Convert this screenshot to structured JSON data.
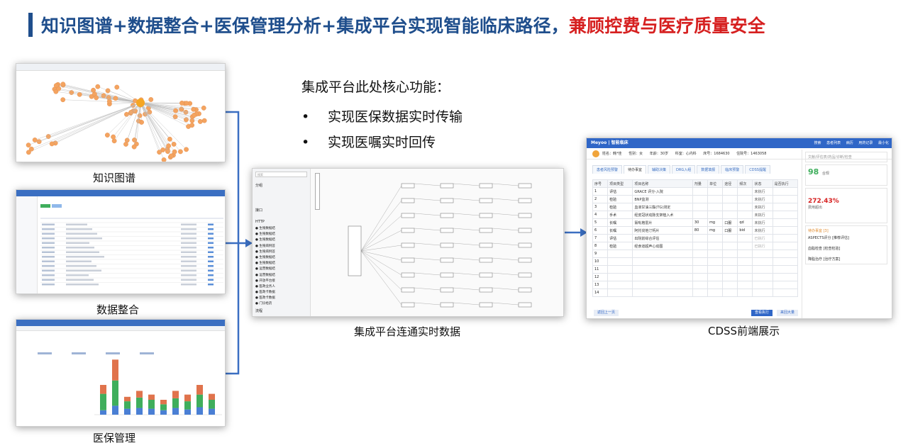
{
  "headline": {
    "part1": "知识图谱+数据整合+医保管理分析+集成平台实现智能临床路径，",
    "part2": "兼顾控费与医疗质量安全",
    "accent_blue": "#1f4e8c",
    "accent_red": "#d62020"
  },
  "captions": {
    "knowledge_graph": "知识图谱",
    "data_integration": "数据整合",
    "insurance": "医保管理",
    "platform": "集成平台连通实时数据",
    "cdss": "CDSS前端展示"
  },
  "platform_functions": {
    "title": "集成平台此处核心功能：",
    "items": [
      "实现医保数据实时传输",
      "实现医嘱实时回传"
    ],
    "bullet_glyph": "•"
  },
  "connector_color": "#3b6fc2",
  "node_colors": {
    "center": "#f5a623",
    "hub": "#e8a87c",
    "leaf": "#f4a460"
  },
  "insurance_chart": {
    "values": [
      [
        6,
        22,
        12
      ],
      [
        12,
        34,
        28
      ],
      [
        8,
        10,
        6
      ],
      [
        9,
        14,
        9
      ],
      [
        8,
        12,
        7
      ],
      [
        6,
        8,
        6
      ],
      [
        9,
        13,
        10
      ],
      [
        7,
        11,
        9
      ],
      [
        10,
        17,
        13
      ],
      [
        8,
        12,
        8
      ]
    ],
    "colors": [
      "#4a7fd4",
      "#3fae5c",
      "#e0734c"
    ]
  },
  "platform_ui": {
    "search_placeholder": "搜索",
    "section_group": "分组",
    "section_port": "接口",
    "section_process": "流程",
    "tree_root": "HTTP",
    "list_items": [
      "生殖数据结",
      "生殖数据结",
      "生殖数据结",
      "生殖病例首",
      "生殖病例首",
      "生殖数据结",
      "生殖数据结",
      "运营数据结",
      "运营数据结",
      "开放平台接",
      "医政业务人",
      "医政卡数据",
      "医政卡数据",
      "门诊给药"
    ]
  },
  "cdss": {
    "brand": "Meyoo | 智能临床",
    "menu": [
      "搜索",
      "患者列表",
      "病历",
      "用药记录",
      "最小化"
    ],
    "patient": {
      "name_label": "姓名：韩*佳",
      "gender": "性别：女",
      "age": "年龄：30岁",
      "dept": "科室：心内科",
      "bed": "床号：1684630",
      "admission": "住院号：1463058"
    },
    "tabs": [
      "患者风险预警",
      "待办事宜",
      "辅助决策",
      "DRG入组",
      "数据填报",
      "临床预警",
      "CDSS提醒"
    ],
    "order_headers": [
      "序号",
      "项目类型",
      "项目名称",
      "剂量",
      "单位",
      "途径",
      "频次",
      "状态",
      "是否执行"
    ],
    "order_rows": [
      [
        "1",
        "评估",
        "GRACE 评分-入院",
        "",
        "",
        "",
        "",
        "未执行",
        ""
      ],
      [
        "2",
        "检验",
        "BNP监测",
        "",
        "",
        "",
        "",
        "未执行",
        ""
      ],
      [
        "3",
        "检验",
        "血液甘油三酯(TG)测定",
        "",
        "",
        "",
        "",
        "未执行",
        ""
      ],
      [
        "4",
        "手术",
        "经皮冠状动脉支架植入术",
        "",
        "",
        "",
        "",
        "未执行",
        ""
      ],
      [
        "5",
        "长嘱",
        "氯吡格雷片",
        "30",
        "mg",
        "口服",
        "qd",
        "未执行",
        ""
      ],
      [
        "6",
        "长嘱",
        "阿托伐他汀钙片",
        "80",
        "mg",
        "口服",
        "bid",
        "未执行",
        ""
      ],
      [
        "7",
        "评估",
        "出院前综合评估",
        "",
        "",
        "",
        "",
        "已执行",
        ""
      ],
      [
        "8",
        "检验",
        "经食道超声心动图",
        "",
        "",
        "",
        "",
        "已执行",
        ""
      ],
      [
        "9",
        "",
        "",
        "",
        "",
        "",
        "",
        "",
        ""
      ],
      [
        "10",
        "",
        "",
        "",
        "",
        "",
        "",
        "",
        ""
      ],
      [
        "11",
        "",
        "",
        "",
        "",
        "",
        "",
        "",
        ""
      ],
      [
        "12",
        "",
        "",
        "",
        "",
        "",
        "",
        "",
        ""
      ],
      [
        "13",
        "",
        "",
        "",
        "",
        "",
        "",
        "",
        ""
      ],
      [
        "14",
        "",
        "",
        "",
        "",
        "",
        "",
        "",
        ""
      ]
    ],
    "right_search": "文献/评估表/药品/诊断/检查",
    "score": "98",
    "score_label": "合规",
    "cost": "272.43%",
    "cost_label": "费用超出",
    "todo_title": "待办事宜 [3]",
    "todos": [
      "ASPECTS评分 [推荐评估]",
      "血脂检查 [检查检验]",
      "降脂治疗 [治疗方案]"
    ],
    "btn_back": "返回上一页",
    "btn_send": "查看执行",
    "btn_enlarge": "来回大量"
  }
}
